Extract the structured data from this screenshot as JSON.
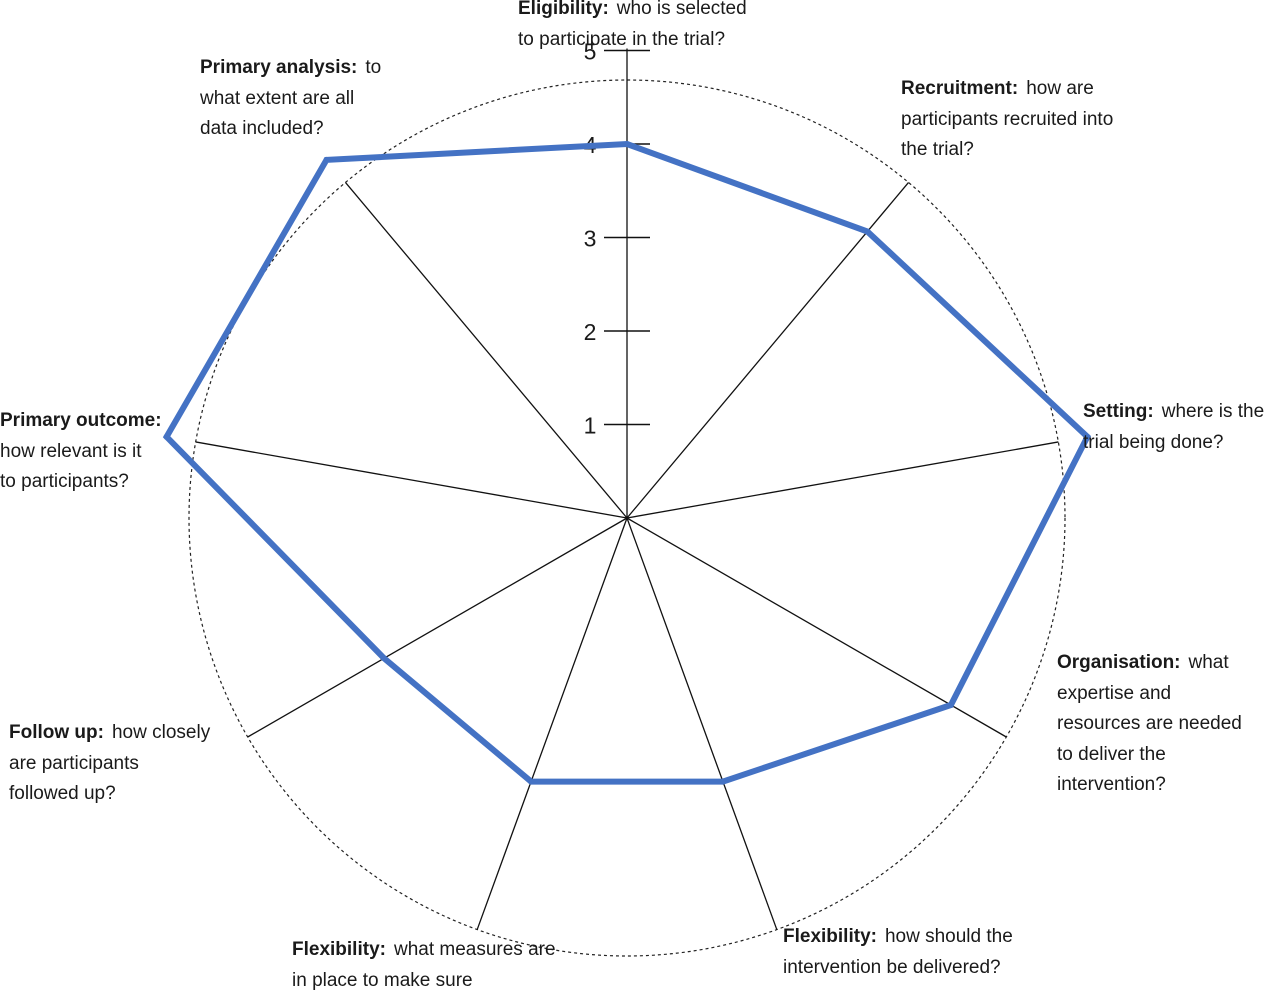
{
  "chart_data": {
    "type": "radar",
    "scale": {
      "min": 0,
      "max": 5,
      "ticks": [
        "1",
        "2",
        "3",
        "4",
        "5"
      ]
    },
    "axes": [
      {
        "bold": "Eligibility:",
        "text": [
          "who is selected",
          "to participate in the trial?"
        ],
        "value": 4
      },
      {
        "bold": "Recruitment:",
        "text": [
          "how are",
          "participants recruited into",
          "the trial?"
        ],
        "value": 4
      },
      {
        "bold": "Setting:",
        "text": [
          "where is the",
          "trial being done?"
        ],
        "value": 5
      },
      {
        "bold": "Organisation:",
        "text": [
          "what",
          "expertise and",
          "resources are needed",
          "to deliver the",
          "intervention?"
        ],
        "value": 4
      },
      {
        "bold": "Flexibility:",
        "text": [
          "how should the",
          "intervention be delivered?"
        ],
        "value": 3
      },
      {
        "bold": "Flexibility:",
        "text": [
          "what measures are",
          "in place to make sure"
        ],
        "value": 3
      },
      {
        "bold": "Follow up:",
        "text": [
          "how closely",
          "are participants",
          "followed up?"
        ],
        "value": 3
      },
      {
        "bold": "Primary outcome:",
        "text": [
          "",
          "how relevant is it",
          "to participants?"
        ],
        "value": 5
      },
      {
        "bold": "Primary analysis:",
        "text": [
          "to",
          "what extent  are all",
          "data included?"
        ],
        "value": 5
      }
    ],
    "series_color": "#4472C4"
  }
}
